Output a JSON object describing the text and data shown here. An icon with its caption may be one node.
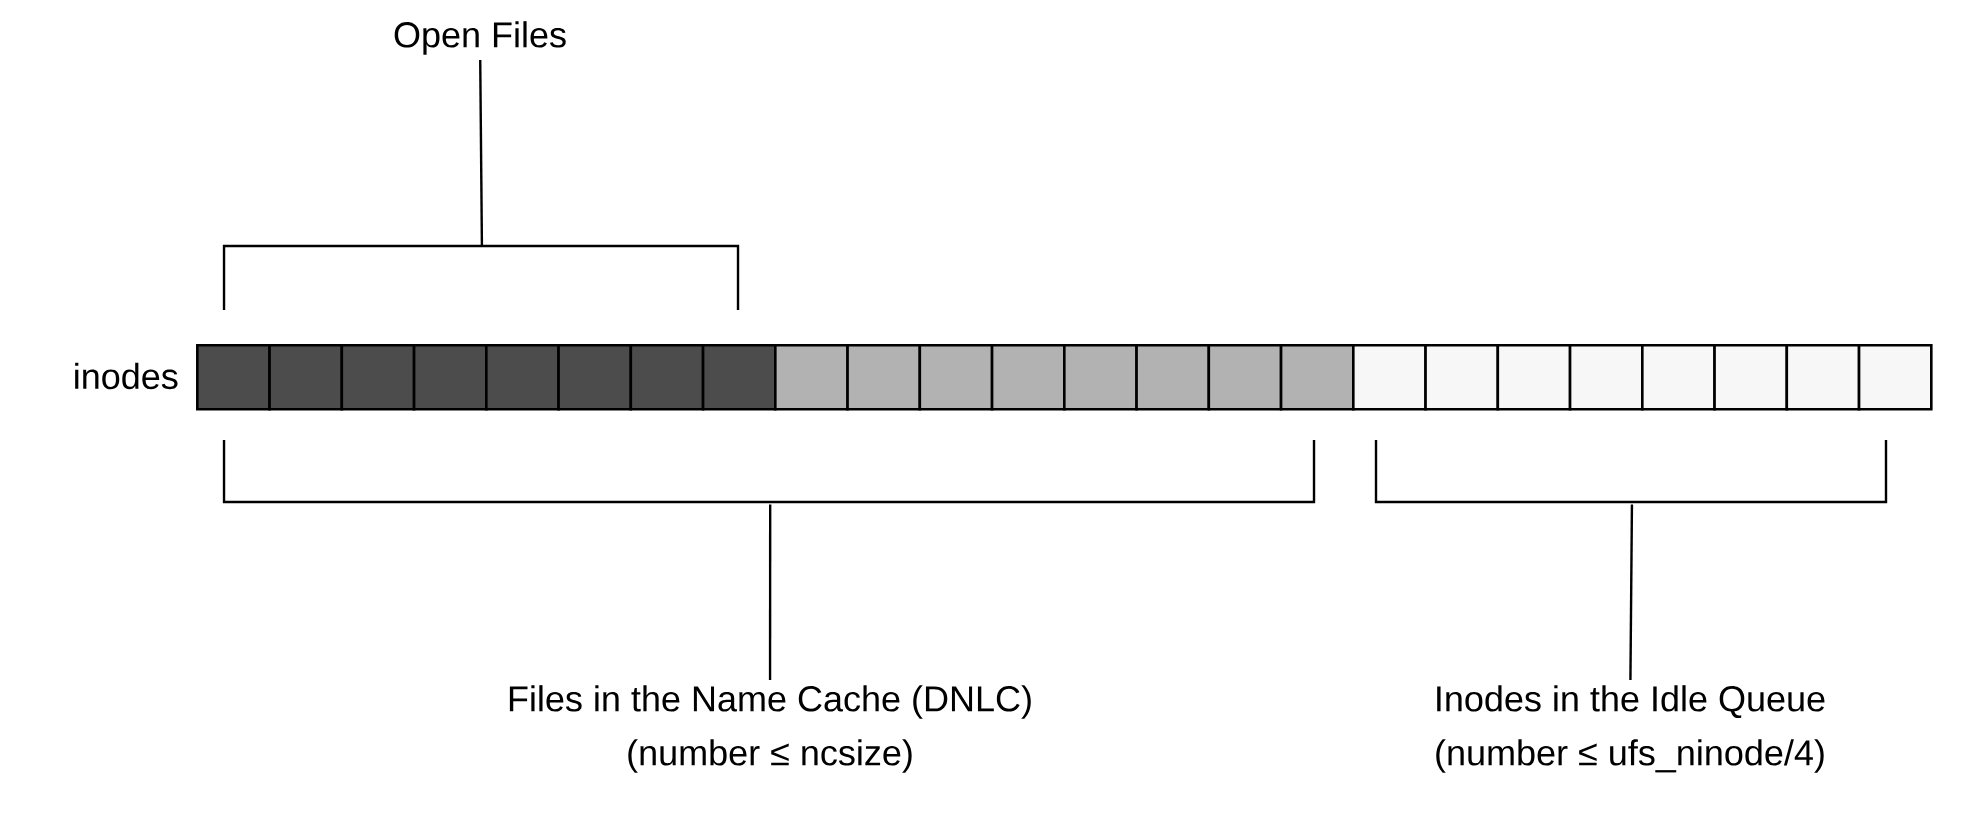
{
  "diagram": {
    "nodes": [
      {
        "text": [
          "Open Files"
        ]
      },
      {
        "text": [],
        "shape": "bracket"
      },
      {
        "text": [],
        "shape": "box"
      },
      {
        "text": [],
        "shape": "box"
      },
      {
        "text": [],
        "shape": "box"
      },
      {
        "text": [],
        "shape": "box"
      },
      {
        "text": [],
        "shape": "box"
      },
      {
        "text": [],
        "shape": "box"
      },
      {
        "text": [],
        "shape": "box"
      },
      {
        "text": [],
        "shape": "box"
      },
      {
        "text": [],
        "shape": "box"
      },
      {
        "text": [],
        "shape": "box"
      },
      {
        "text": [],
        "shape": "box"
      },
      {
        "text": [],
        "shape": "box"
      },
      {
        "text": [],
        "shape": "box"
      },
      {
        "text": [],
        "shape": "box"
      },
      {
        "text": [],
        "shape": "box"
      },
      {
        "text": [],
        "shape": "box"
      },
      {
        "text": [],
        "shape": "box"
      },
      {
        "text": [],
        "shape": "box"
      },
      {
        "text": [],
        "shape": "box"
      },
      {
        "text": [],
        "shape": "box"
      },
      {
        "text": [],
        "shape": "box"
      },
      {
        "text": [],
        "shape": "box"
      },
      {
        "text": [],
        "shape": "box"
      },
      {
        "text": [],
        "shape": "box"
      },
      {
        "text": [],
        "shape": "bracket"
      },
      {
        "text": [],
        "shape": "bracket"
      },
      {
        "text": [
          "Files in the Name Cache (DNLC)",
          "(number ≤ ncsize)"
        ]
      },
      {
        "text": [
          "Inodes in the Idle Queue",
          "(number ≤ ufs_ninode/4)"
        ]
      }
    ],
    "edges": [
      {
        "from": 0,
        "to": 1,
        "arrow": "none"
      },
      {
        "from": 28,
        "to": 26,
        "arrow": "none"
      },
      {
        "from": 29,
        "to": 27,
        "arrow": "none"
      }
    ],
    "labels": [
      "inodes"
    ]
  }
}
